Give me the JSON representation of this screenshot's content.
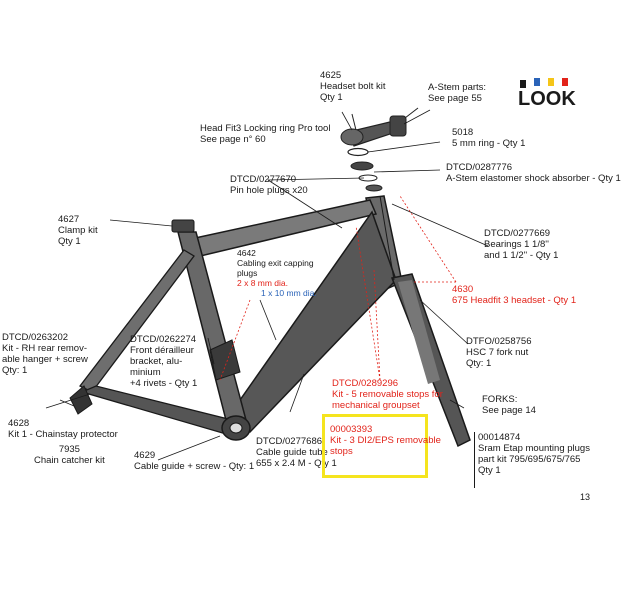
{
  "brand": {
    "logo_text": "LOOK",
    "stripe_colors": [
      "#1a1a1a",
      "#2a63b8",
      "#f5c518",
      "#e2231a"
    ]
  },
  "colors": {
    "text": "#1a1a1a",
    "highlight_red": "#e2231a",
    "highlight_blue": "#2a63b8",
    "callout_box": "#f5e41e"
  },
  "page_number": "13",
  "labels": {
    "headset_bolt_kit": [
      "4625",
      "Headset bolt kit",
      "Qty 1"
    ],
    "a_stem_parts": [
      "A-Stem parts:",
      "See page 55"
    ],
    "locking_ring_tool": [
      "Head Fit3 Locking ring Pro tool",
      "See page n° 60"
    ],
    "ring_5mm": [
      "5018",
      "5 mm ring - Qty 1"
    ],
    "shock_absorber": [
      "DTCD/0287776",
      "A-Stem elastomer shock absorber - Qty 1"
    ],
    "pin_hole_plugs": [
      "DTCD/0277670",
      "Pin hole plugs x20"
    ],
    "clamp_kit": [
      "4627",
      "Clamp kit",
      "Qty 1"
    ],
    "bearings": [
      "DTCD/0277669",
      "Bearings 1 1/8''",
      "and 1 1/2'' - Qty 1"
    ],
    "cabling_exit_title": [
      "4642",
      "Cabling exit capping",
      "plugs"
    ],
    "cabling_exit_red": "2 x 8 mm dia.",
    "cabling_exit_blue": "1 x 10 mm dia.",
    "headfit_headset": [
      "4630",
      "675 Headfit 3 headset - Qty 1"
    ],
    "rear_hanger": [
      "DTCD/0263202",
      "Kit - RH rear remov-",
      "able hanger + screw",
      "Qty: 1"
    ],
    "front_derailleur": [
      "DTCD/0262274",
      "Front dérailleur",
      "bracket, alu-",
      "minium",
      "+4 rivets - Qty 1"
    ],
    "fork_nut": [
      "DTFO/0258756",
      "HSC 7 fork nut",
      "Qty: 1"
    ],
    "removable_stops": [
      "DTCD/0289296",
      "Kit - 5 removable stops for",
      "mechanical groupset"
    ],
    "forks": [
      "FORKS:",
      "See page 14"
    ],
    "chainstay_protector": [
      "4628",
      "Kit 1 - Chainstay protector"
    ],
    "chain_catcher": [
      "7935",
      "Chain catcher kit"
    ],
    "cable_guide": [
      "4629",
      "Cable guide + screw - Qty: 1"
    ],
    "cable_guide_tube": [
      "DTCD/0277686",
      "Cable guide tube",
      "655 x 2.4 M - Qty 1"
    ],
    "di2_eps_stops": [
      "00003393",
      "Kit - 3 DI2/EPS removable",
      "stops"
    ],
    "etap_plugs": [
      "00014874",
      "Sram Etap mounting plugs",
      "part kit 795/695/675/765",
      "Qty 1"
    ]
  }
}
